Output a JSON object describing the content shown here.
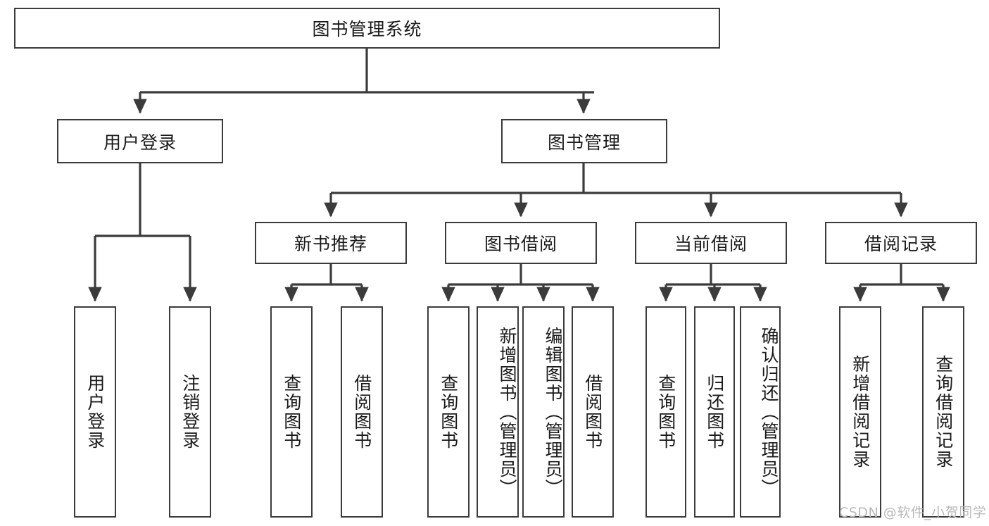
{
  "diagram": {
    "type": "tree-hierarchy-chart",
    "title": "图书管理系统",
    "watermark": "CSDN @软件_小贺同学",
    "colors": {
      "box_border": "#3b3b3b",
      "box_fill": "#ffffff",
      "edge": "#3b3b3b",
      "text": "#1a1a1a",
      "watermark": "#b9b9b9",
      "background": "#ffffff"
    },
    "nodes": {
      "root": {
        "label": "图书管理系统",
        "level": 1
      },
      "l2": [
        {
          "label": "用户登录",
          "level": 2
        },
        {
          "label": "图书管理",
          "level": 2
        }
      ],
      "l3": [
        {
          "label": "新书推荐",
          "level": 3
        },
        {
          "label": "图书借阅",
          "level": 3
        },
        {
          "label": "当前借阅",
          "level": 3
        },
        {
          "label": "借阅记录",
          "level": 3
        }
      ],
      "leaves": {
        "user_login": [
          {
            "label": "用户登录"
          },
          {
            "label": "注销登录"
          }
        ],
        "new_book": [
          {
            "label": "查询图书"
          },
          {
            "label": "借阅图书"
          }
        ],
        "borrow": [
          {
            "label": "查询图书"
          },
          {
            "label": "新增图书（管理员）"
          },
          {
            "label": "编辑图书（管理员）"
          },
          {
            "label": "借阅图书"
          }
        ],
        "current": [
          {
            "label": "查询图书"
          },
          {
            "label": "归还图书"
          },
          {
            "label": "确认归还（管理员）"
          }
        ],
        "records": [
          {
            "label": "新增借阅记录"
          },
          {
            "label": "查询借阅记录"
          }
        ]
      }
    }
  }
}
